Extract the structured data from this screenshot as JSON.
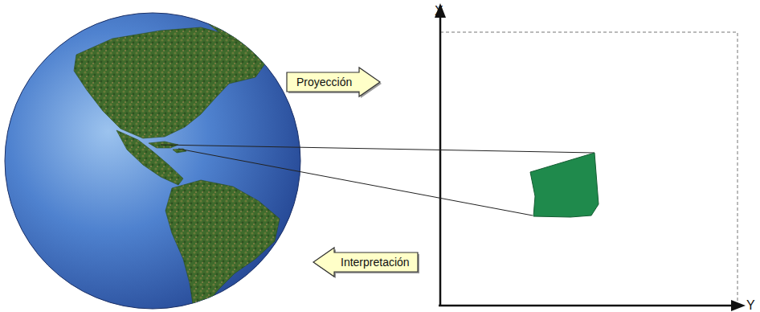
{
  "diagram": {
    "nodes": [
      {
        "text": [
          "Proyección"
        ]
      },
      {
        "text": [
          "Interpretación"
        ]
      }
    ],
    "labels": [
      "X",
      "Y"
    ]
  }
}
